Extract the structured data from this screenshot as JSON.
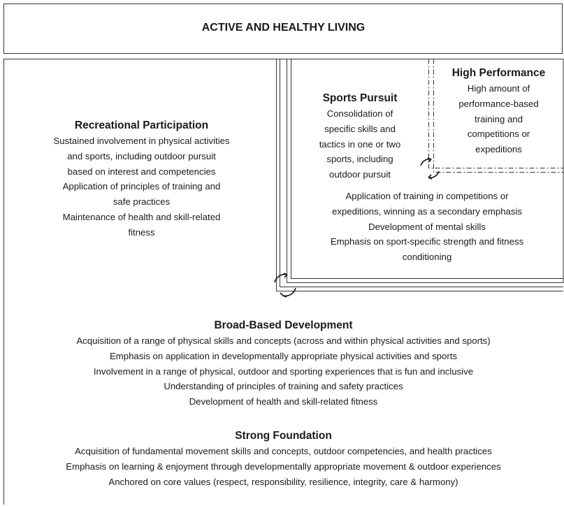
{
  "header": {
    "title": "ACTIVE AND HEALTHY LIVING"
  },
  "recreational": {
    "title": "Recreational Participation",
    "lines": [
      "Sustained involvement in physical activities",
      "and sports, including outdoor pursuit",
      "based on interest and competencies",
      "Application of principles of training and",
      "safe practices",
      "Maintenance of health and skill-related",
      "fitness"
    ]
  },
  "sports_pursuit": {
    "title": "Sports Pursuit",
    "lines": [
      "Consolidation of",
      "specific skills and",
      "tactics in one or two",
      "sports, including",
      "outdoor pursuit"
    ],
    "lower_lines": [
      "Application of training in competitions or",
      "expeditions, winning as a secondary emphasis",
      "Development of mental skills",
      "Emphasis on sport-specific strength and fitness",
      "conditioning"
    ]
  },
  "high_performance": {
    "title": "High Performance",
    "lines": [
      "High amount of",
      "performance-based",
      "training and",
      "competitions or",
      "expeditions"
    ]
  },
  "broad_based": {
    "title": "Broad-Based Development",
    "lines": [
      "Acquisition of a range of physical skills and concepts (across and within physical activities and sports)",
      "Emphasis on application in developmentally appropriate physical activities and sports",
      "Involvement in a range of physical, outdoor and sporting experiences that is fun and inclusive",
      "Understanding of principles of training and safety practices",
      "Development of health and skill-related fitness"
    ]
  },
  "foundation": {
    "title": "Strong Foundation",
    "lines": [
      "Acquisition of fundamental movement skills and concepts, outdoor competencies, and health practices",
      "Emphasis on learning & enjoyment through developmentally appropriate movement & outdoor experiences",
      "Anchored on core values (respect, responsibility, resilience, integrity, care & harmony)"
    ]
  }
}
